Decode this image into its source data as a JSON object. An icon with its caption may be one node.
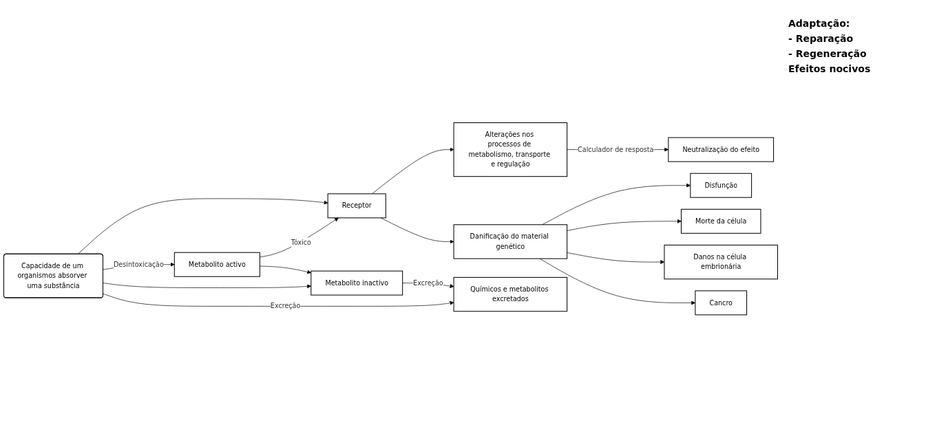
{
  "diagram": {
    "nodes": [
      {
        "text": [
          "Capacidade de um organismos absorver uma substância"
        ]
      },
      {
        "text": [
          "Receptor"
        ]
      },
      {
        "text": [
          "Alterações nos processos de metabolismo, transporte e regulação"
        ]
      },
      {
        "text": [
          "Neutralização do efeito"
        ]
      },
      {
        "text": [
          "Metabolito activo"
        ]
      },
      {
        "text": [
          "Danificação do material genético"
        ]
      },
      {
        "text": [
          "Disfunção"
        ]
      },
      {
        "text": [
          "Metabolito inactivo"
        ]
      },
      {
        "text": [
          "Morte da célula"
        ]
      },
      {
        "text": [
          "Químicos e metabolitos excretados"
        ]
      },
      {
        "text": [
          "Danos na célula embrionária"
        ]
      },
      {
        "text": [
          "Cancro"
        ]
      }
    ],
    "edges": [
      {
        "from": 0,
        "to": 1,
        "arrow": "to"
      },
      {
        "from": 1,
        "to": 2,
        "arrow": "to"
      },
      {
        "from": 2,
        "to": 3,
        "arrow": "to",
        "label": "Calculador de resposta"
      },
      {
        "from": 1,
        "to": 5,
        "arrow": "to"
      },
      {
        "from": 4,
        "to": 1,
        "arrow": "to",
        "label": "Tóxico"
      },
      {
        "from": 0,
        "to": 4,
        "arrow": "to",
        "label": "Desintoxicação"
      },
      {
        "from": 0,
        "to": 7,
        "arrow": "to"
      },
      {
        "from": 4,
        "to": 7,
        "arrow": "to"
      },
      {
        "from": 0,
        "to": 9,
        "arrow": "to",
        "label": "Excreção"
      },
      {
        "from": 7,
        "to": 9,
        "arrow": "to",
        "label": "Excreção"
      },
      {
        "from": 5,
        "to": 6,
        "arrow": "to"
      },
      {
        "from": 5,
        "to": 8,
        "arrow": "to"
      },
      {
        "from": 5,
        "to": 10,
        "arrow": "to"
      },
      {
        "from": 5,
        "to": 11,
        "arrow": "to"
      }
    ],
    "labels": [
      "Adaptação:",
      "- Reparação",
      "- Regeneração",
      "Efeitos nocivos"
    ]
  }
}
